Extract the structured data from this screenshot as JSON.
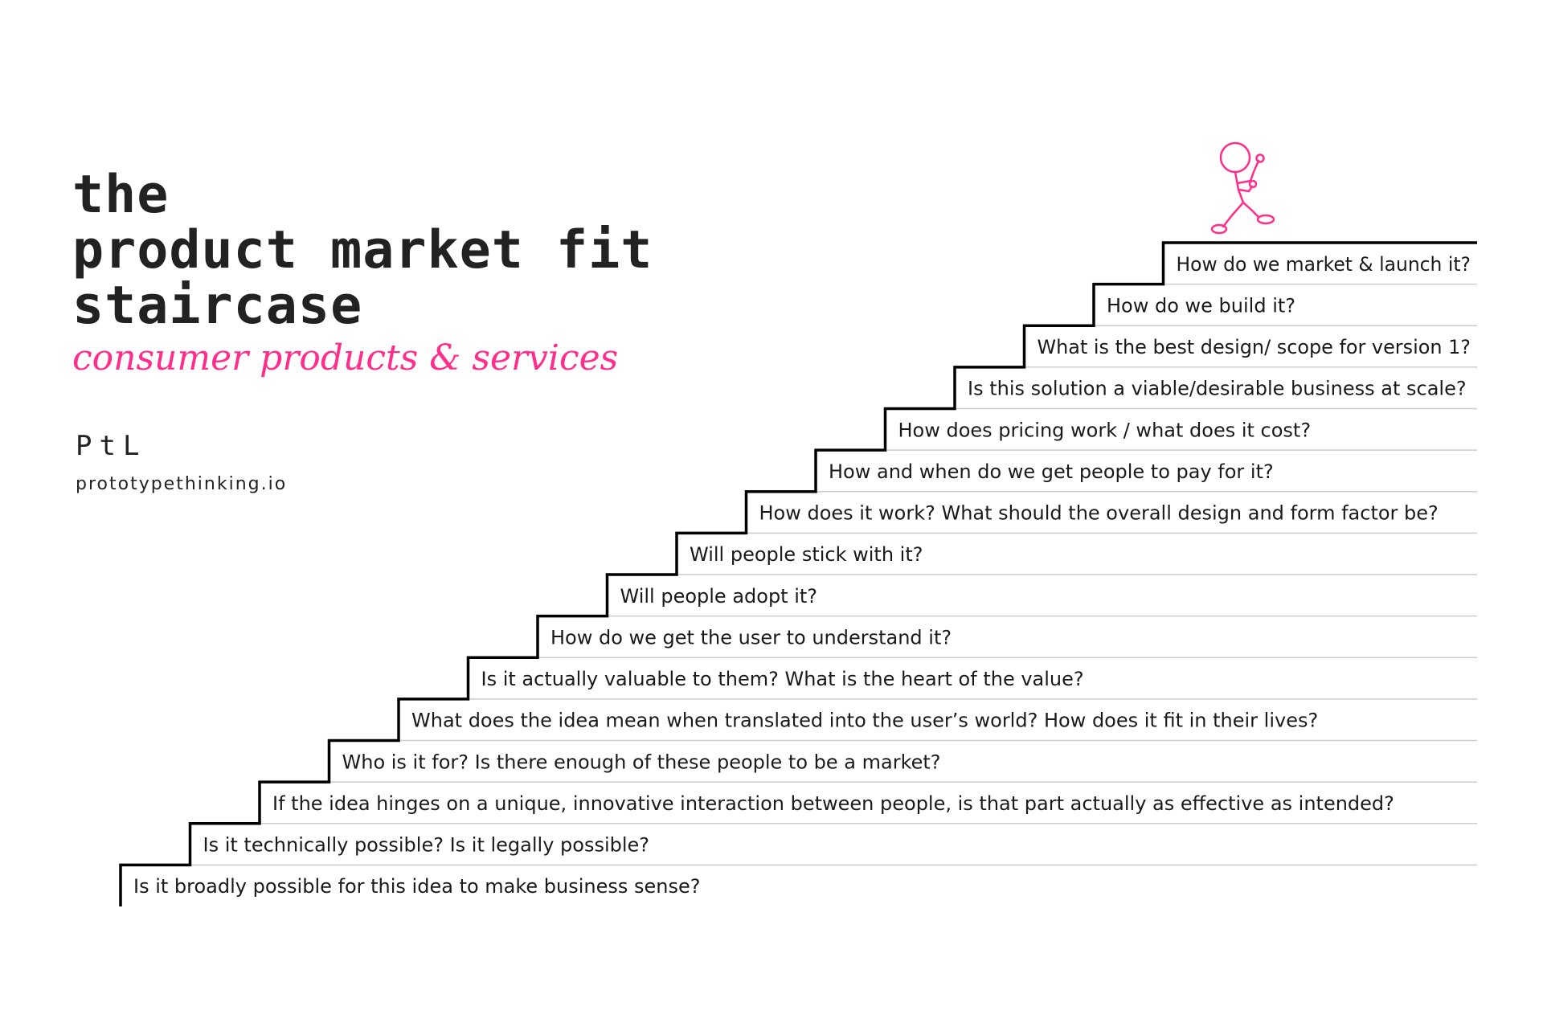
{
  "title": {
    "lines": [
      "the",
      "product market fit",
      "staircase"
    ]
  },
  "subtitle": "consumer products & services",
  "brand": "PtL",
  "site": "prototypethinking.io",
  "colors": {
    "accent": "#ff2d8c",
    "text": "#222222",
    "rule": "#cccccc",
    "stair": "#000000"
  },
  "figure_icon": "stick-figure-climbing-icon",
  "steps": [
    "Is it broadly possible for this idea to make business sense?",
    "Is it technically possible?  Is it legally possible?",
    "If the idea hinges on a unique, innovative interaction between people, is that part actually as effective as intended?",
    "Who is it for? Is there enough of these people to be a market?",
    "What does the idea mean when translated into the user’s world? How does it fit in their lives?",
    "Is it actually valuable to them?  What is the heart of the value?",
    "How do we get the user to understand it?",
    "Will people adopt it?",
    "Will people stick with it?",
    "How does it work? What should the overall design and form factor be?",
    "How and when do we get people to pay for it?",
    "How does pricing work / what does it cost?",
    "Is this solution a viable/desirable business at scale?",
    "What is the best design/ scope for version 1?",
    "How do we build it?",
    "How do we market & launch it?"
  ]
}
